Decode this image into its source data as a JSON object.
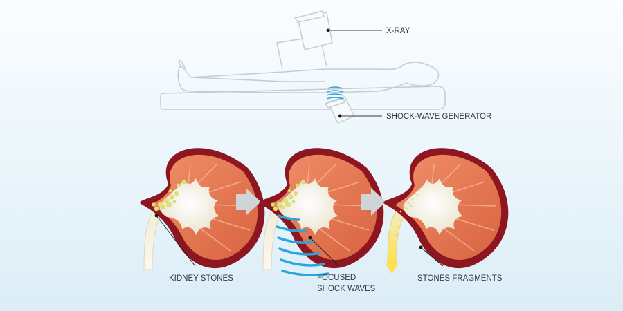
{
  "labels": {
    "xray": "X-RAY",
    "generator": "SHOCK-WAVE GENERATOR",
    "kidney_stones": "KIDNEY STONES",
    "focused_line1": "FOCUSED",
    "focused_line2": "SHOCK WAVES",
    "fragments": "STONES FRAGMENTS"
  },
  "colors": {
    "background": "#eaf5fb",
    "outline": "#c3ccd3",
    "kidney_outer": "#8e1620",
    "kidney_tissue": "#e87a57",
    "kidney_pelvis": "#f6f3e6",
    "stones": "#e2e27a",
    "waves": "#2aa6db",
    "arrow": "#cfd4d8",
    "urine_arrow": "#ffe14a"
  },
  "icons": [
    "patient-outline",
    "xray-emitter",
    "shock-wave-generator",
    "kidney",
    "process-arrow"
  ]
}
